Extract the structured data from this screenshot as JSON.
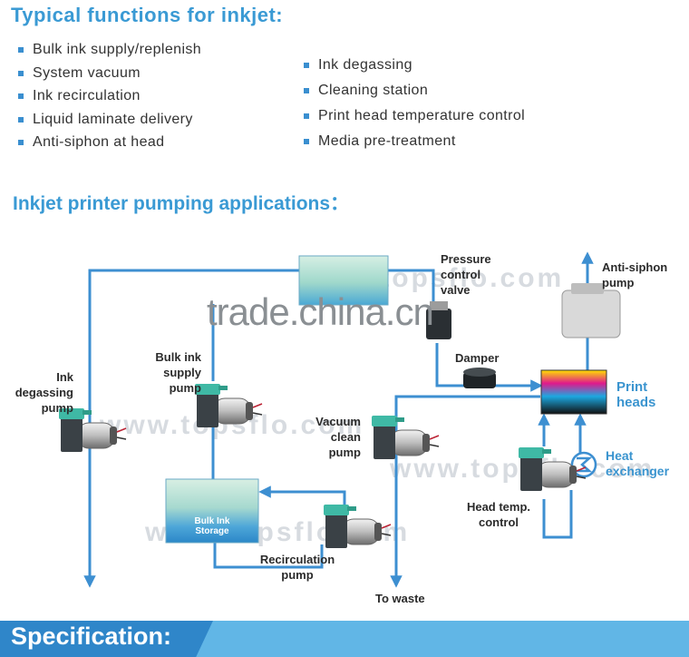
{
  "headings": {
    "typical": "Typical functions for inkjet:",
    "applications": "Inkjet printer pumping applications："
  },
  "functions_left": [
    "Bulk ink supply/replenish",
    "System vacuum",
    "Ink recirculation",
    "Liquid laminate delivery",
    "Anti-siphon at head"
  ],
  "functions_right": [
    "Ink degassing",
    "Cleaning station",
    "Print head temperature control",
    "Media pre-treatment"
  ],
  "diagram": {
    "ink_degassing_pump": "Ink\ndegassing\npump",
    "bulk_ink_supply_pump": "Bulk ink\nsupply\npump",
    "pressure_control_valve": "Pressure\ncontrol\nvalve",
    "anti_siphon_pump": "Anti-siphon\npump",
    "damper": "Damper",
    "print_heads": "Print\nheads",
    "vacuum_clean_pump": "Vacuum\nclean\npump",
    "heat_exchanger": "Heat\nexchanger",
    "head_temp_control": "Head temp.\ncontrol",
    "bulk_ink_storage": "Bulk Ink\nStorage",
    "recirculation_pump": "Recirculation\npump",
    "to_waste": "To waste"
  },
  "watermarks": {
    "trade": "trade.china.cn",
    "site": "www.topsflo.com"
  },
  "footer": {
    "title": "Specification:"
  },
  "colors": {
    "heading": "#3a9ad4",
    "pipe": "#3d8fd1",
    "pump_head": "#3fb9a5",
    "footer_light": "#61b6e6",
    "footer_dark": "#2f86c9"
  }
}
